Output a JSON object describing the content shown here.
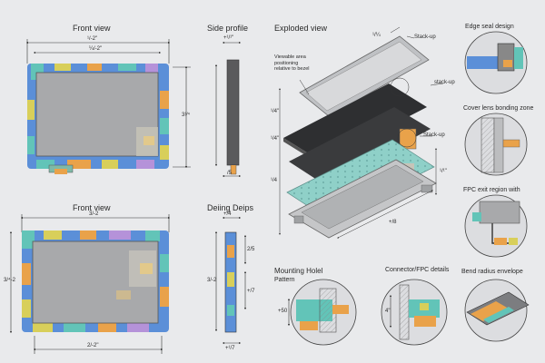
{
  "views": {
    "front_view_top": {
      "title": "Front view",
      "dim_overall_width": "¹/-2\"",
      "dim_active_width": "¼/-2\"",
      "dim_height": "3¹⁄⁴"
    },
    "side_profile": {
      "title": "Side profile",
      "dim_thickness": "+¹/¹\"",
      "dim_bottom": "/5"
    },
    "exploded_view": {
      "title": "Exploded view",
      "callout_viewable": "Viewable area\npositioning\nrelative to bezel",
      "callout_stack_1": "Stack-up",
      "callout_stack_2": "stack-up",
      "callout_stack_3": "Stack-up",
      "dim_top": "¹/¼",
      "dim_left_1": "¹/4\"",
      "dim_left_2": "¹/4\"",
      "dim_left_3": "¹/4",
      "dim_right": "¹/¹\"",
      "dim_bottom": "+/8"
    },
    "front_view_bottom": {
      "title": "Front view",
      "dim_overall_width": "3/-2",
      "dim_height": "3/⁴-2",
      "dim_bottom": "2/-2\""
    },
    "side_detail": {
      "title": "Deiing Deips",
      "dim_a": "+/4",
      "dim_b": "3/-2",
      "dim_c": "2/5",
      "dim_d": "+/7",
      "dim_bottom": "+¹/7"
    },
    "details": {
      "edge_seal": "Edge seal design",
      "cover_lens": "Cover lens bonding zone",
      "fpc_exit": "FPC exit region with",
      "mounting_title": "Mounting Holel",
      "mounting_sub": "Pattern",
      "mounting_dim": "+50",
      "connector": "Connector/FPC details",
      "connector_dim": "4\"",
      "bend_radius": "Bend radius envelope"
    }
  },
  "colors": {
    "background": "#e9eaec",
    "bezel_blue": "#5b8fd8",
    "bezel_teal": "#62c4b8",
    "accent_orange": "#e9a24a",
    "accent_yellow": "#d8cf5a",
    "screen_gray": "#a8a9ab",
    "dark_layer": "#3a3b3d",
    "pcb_teal": "#8fd0c8"
  }
}
